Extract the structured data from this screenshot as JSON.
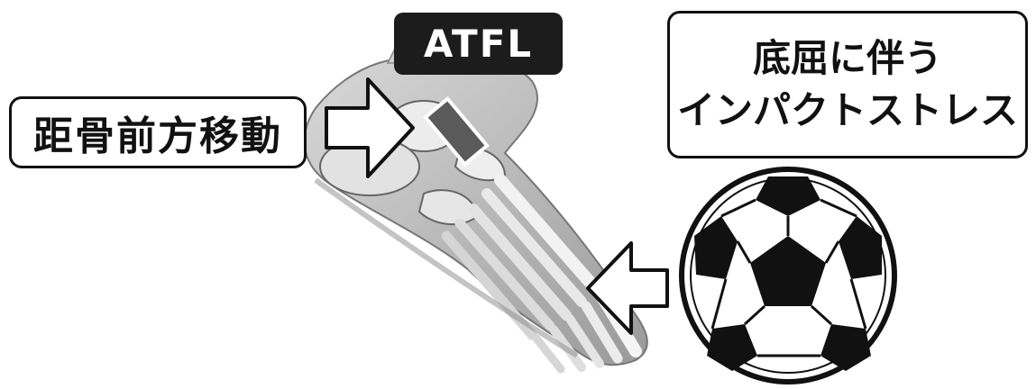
{
  "labels": {
    "talus_motion": "距骨前方移動",
    "impact_line1": "底屈に伴う",
    "impact_line2": "インパクトストレス",
    "ligament": "ATFL"
  },
  "colors": {
    "ink": "#111111",
    "tag_bg": "#1c1c1c",
    "ligament_fill": "#5a5a5a",
    "bone_light": "#e8e8e8",
    "bone_mid": "#b5b5b5"
  }
}
